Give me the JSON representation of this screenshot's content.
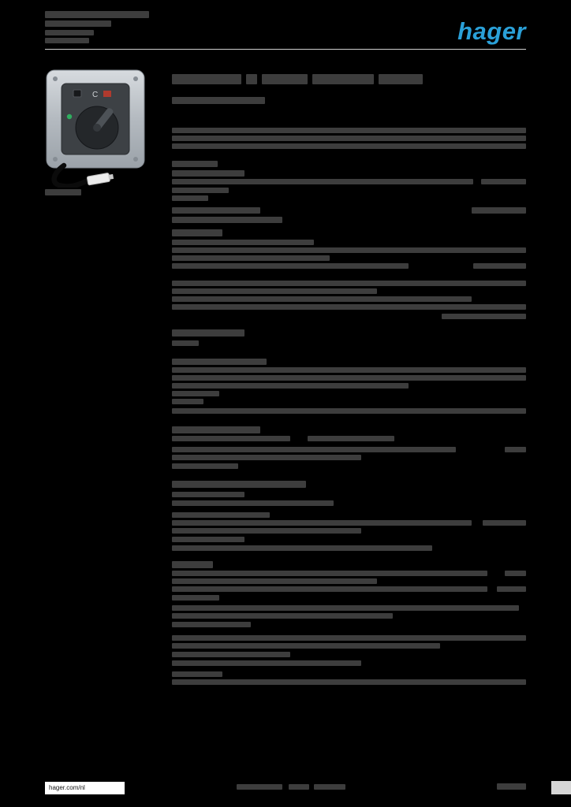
{
  "header": {
    "logo_text": "hager"
  },
  "product": {
    "dial_marking": "C"
  },
  "footer": {
    "website": "hager.com/nl"
  },
  "colors": {
    "background": "#000000",
    "logo_blue": "#2aa0d8",
    "redacted": "#3d3d3d",
    "divider": "#d0d0d0"
  },
  "redacted_bars": [
    [
      57,
      14,
      132,
      9
    ],
    [
      57,
      26,
      84,
      8
    ],
    [
      57,
      38,
      62,
      7
    ],
    [
      57,
      48,
      56,
      7
    ],
    [
      57,
      240,
      46,
      8
    ],
    [
      218,
      94,
      88,
      13
    ],
    [
      312,
      94,
      14,
      13
    ],
    [
      332,
      94,
      58,
      13
    ],
    [
      396,
      94,
      78,
      13
    ],
    [
      480,
      94,
      56,
      13
    ],
    [
      218,
      123,
      118,
      9
    ],
    [
      218,
      162,
      449,
      7
    ],
    [
      218,
      172,
      449,
      7
    ],
    [
      218,
      182,
      449,
      7
    ],
    [
      218,
      204,
      58,
      8
    ],
    [
      218,
      216,
      92,
      8
    ],
    [
      218,
      227,
      382,
      7
    ],
    [
      610,
      227,
      57,
      7
    ],
    [
      218,
      238,
      72,
      7
    ],
    [
      218,
      248,
      46,
      7
    ],
    [
      218,
      263,
      112,
      8
    ],
    [
      598,
      263,
      69,
      8
    ],
    [
      218,
      275,
      140,
      8
    ],
    [
      218,
      291,
      64,
      9
    ],
    [
      218,
      304,
      180,
      7
    ],
    [
      218,
      314,
      449,
      7
    ],
    [
      218,
      324,
      200,
      7
    ],
    [
      218,
      334,
      300,
      7
    ],
    [
      600,
      334,
      67,
      7
    ],
    [
      218,
      356,
      449,
      7
    ],
    [
      218,
      366,
      260,
      7
    ],
    [
      218,
      376,
      380,
      7
    ],
    [
      218,
      386,
      449,
      7
    ],
    [
      560,
      398,
      107,
      7
    ],
    [
      218,
      418,
      92,
      9
    ],
    [
      218,
      432,
      34,
      7
    ],
    [
      218,
      455,
      120,
      8
    ],
    [
      218,
      466,
      449,
      7
    ],
    [
      218,
      476,
      449,
      7
    ],
    [
      218,
      486,
      300,
      7
    ],
    [
      218,
      496,
      60,
      7
    ],
    [
      218,
      506,
      40,
      7
    ],
    [
      218,
      518,
      449,
      7
    ],
    [
      218,
      541,
      112,
      9
    ],
    [
      218,
      553,
      150,
      7
    ],
    [
      390,
      553,
      110,
      7
    ],
    [
      218,
      567,
      360,
      7
    ],
    [
      640,
      567,
      27,
      7
    ],
    [
      218,
      577,
      240,
      7
    ],
    [
      218,
      588,
      84,
      7
    ],
    [
      218,
      610,
      170,
      9
    ],
    [
      218,
      624,
      92,
      7
    ],
    [
      218,
      635,
      205,
      7
    ],
    [
      218,
      650,
      124,
      7
    ],
    [
      218,
      660,
      380,
      7
    ],
    [
      612,
      660,
      55,
      7
    ],
    [
      218,
      670,
      240,
      7
    ],
    [
      218,
      681,
      92,
      7
    ],
    [
      218,
      692,
      330,
      7
    ],
    [
      218,
      712,
      52,
      9
    ],
    [
      218,
      724,
      400,
      7
    ],
    [
      640,
      724,
      27,
      7
    ],
    [
      218,
      734,
      260,
      7
    ],
    [
      218,
      744,
      400,
      7
    ],
    [
      630,
      744,
      37,
      7
    ],
    [
      218,
      755,
      60,
      7
    ],
    [
      218,
      768,
      440,
      7
    ],
    [
      218,
      778,
      280,
      7
    ],
    [
      218,
      789,
      100,
      7
    ],
    [
      218,
      806,
      449,
      7
    ],
    [
      218,
      816,
      340,
      7
    ],
    [
      218,
      827,
      150,
      7
    ],
    [
      218,
      838,
      240,
      7
    ],
    [
      218,
      852,
      64,
      7
    ],
    [
      218,
      862,
      449,
      7
    ],
    [
      300,
      995,
      58,
      7
    ],
    [
      366,
      995,
      26,
      7
    ],
    [
      398,
      995,
      40,
      7
    ],
    [
      630,
      994,
      37,
      8
    ]
  ]
}
